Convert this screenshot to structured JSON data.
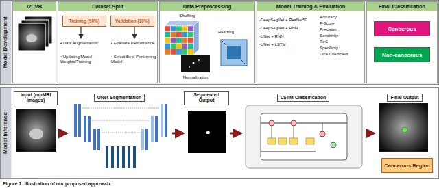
{
  "diagram": {
    "caption": "Figure 1: Illustration of our proposed approach.",
    "nodes": [
      {
        "text": [
          "Model Development"
        ]
      },
      {
        "text": [
          "I2CVB"
        ],
        "in": 0
      },
      {
        "text": [
          "Dataset Split"
        ],
        "in": 0
      },
      {
        "text": [
          "Training (90%)"
        ],
        "in": 2
      },
      {
        "text": [
          "Validation (10%)"
        ],
        "in": 2
      },
      {
        "text": [
          "Data Preprocessing"
        ],
        "in": 0
      },
      {
        "text": [
          "Model Training & Evaluation"
        ],
        "in": 0
      },
      {
        "text": [
          "Final Classification"
        ],
        "in": 0
      },
      {
        "text": [
          "Cancerous"
        ],
        "in": 7
      },
      {
        "text": [
          "Non-cancerous"
        ],
        "in": 7
      },
      {
        "text": [
          "Model Inference"
        ]
      },
      {
        "text": [
          "Input (mpMRI Images)"
        ],
        "in": 10
      },
      {
        "text": [
          "UNet Segmentation"
        ],
        "in": 10
      },
      {
        "text": [
          "Segmented Output"
        ],
        "in": 10
      },
      {
        "text": [
          "LSTM Classification"
        ],
        "in": 10
      },
      {
        "text": [
          "Final Output"
        ],
        "in": 10
      },
      {
        "text": [
          "Cancerous Region"
        ],
        "in": 10
      }
    ],
    "edges": [
      {
        "from": 11,
        "to": 12,
        "arrow": "to"
      },
      {
        "from": 12,
        "to": 13,
        "arrow": "to"
      },
      {
        "from": 13,
        "to": 14,
        "arrow": "to"
      },
      {
        "from": 14,
        "to": 15,
        "arrow": "to"
      }
    ],
    "labels": [
      "• Data Augmentation",
      "• Updating Model Weights/Training",
      "• Evaluate Performance",
      "• Select Best-Performing Model",
      "Shuffling",
      "Resizing",
      "Normalization",
      "-DeepSegNet + ResNet50",
      "-DeepSegNet + RNN",
      "-UNet + RNN",
      "-UNet + LSTM",
      "Accuracy",
      "F-Score",
      "Precision",
      "Sensitivity",
      "RoC",
      "Specificity",
      "Dice Coefficient"
    ]
  }
}
